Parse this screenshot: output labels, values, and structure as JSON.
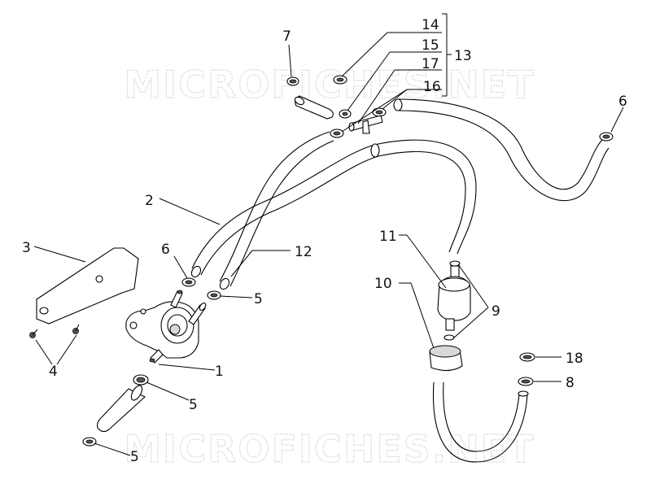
{
  "watermark": "MICROFICHES.NET",
  "callouts": {
    "c1": "1",
    "c2": "2",
    "c3": "3",
    "c4": "4",
    "c5a": "5",
    "c5b": "5",
    "c5c": "5",
    "c6a": "6",
    "c6b": "6",
    "c7": "7",
    "c8": "8",
    "c9": "9",
    "c10": "10",
    "c11": "11",
    "c12": "12",
    "c13": "13",
    "c14": "14",
    "c15": "15",
    "c16": "16",
    "c17": "17",
    "c18": "18"
  },
  "colors": {
    "line": "#000000",
    "watermark": "#cfcfcf",
    "background": "#ffffff"
  }
}
